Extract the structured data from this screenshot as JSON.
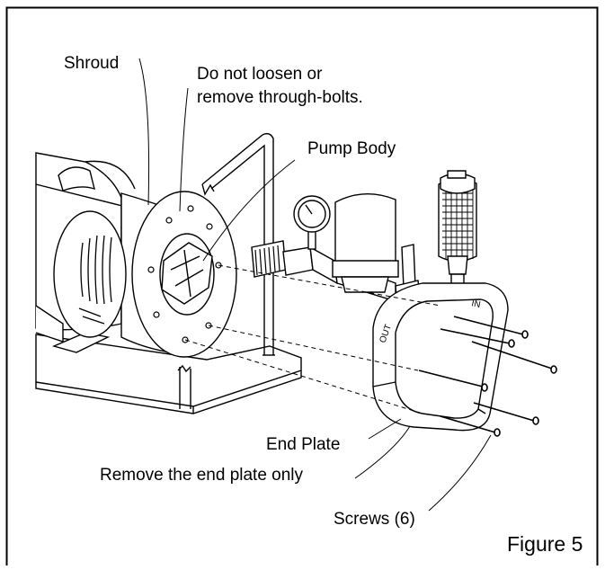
{
  "figure": {
    "label": "Figure 5",
    "callouts": {
      "shroud": "Shroud",
      "through_bolts_line1": "Do not loosen or",
      "through_bolts_line2": "remove through-bolts.",
      "pump_body": "Pump Body",
      "end_plate": "End Plate",
      "remove_end_plate": "Remove the end plate only",
      "screws": "Screws (6)"
    },
    "port_labels": {
      "inlet": "IN",
      "outlet": "OUT"
    }
  }
}
